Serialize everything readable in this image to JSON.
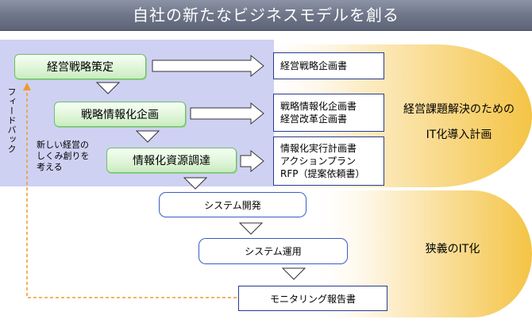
{
  "title": "自社の新たなビジネスモデルを創る",
  "steps": [
    {
      "label": "経営戦略策定"
    },
    {
      "label": "戦略情報化企画"
    },
    {
      "label": "情報化資源調達"
    }
  ],
  "deliverables": [
    {
      "lines": [
        "経営戦略企画書"
      ]
    },
    {
      "lines": [
        "戦略情報化企画書",
        "経営改革企画書"
      ]
    },
    {
      "lines": [
        "情報化実行計画書",
        "アクションプラン",
        "RFP（提案依頼書）"
      ]
    }
  ],
  "lower_steps": [
    {
      "label": "システム開発"
    },
    {
      "label": "システム運用"
    }
  ],
  "monitoring": {
    "label": "モニタリング報告書"
  },
  "feedback_label": "フィードバック",
  "note": [
    "新しい経営の",
    "しくみ創りを",
    "考える"
  ],
  "upper_region_label": [
    "経営課題解決のための",
    "IT化導入計画"
  ],
  "lower_region_label": "狭義のIT化",
  "colors": {
    "title_bar": "#6f7689",
    "panel": "#cfd1f3",
    "gold": "#f5c84a",
    "step_border": "#6bbf6b",
    "box_border": "#2a3b8f",
    "feedback": "#f19a2a"
  }
}
